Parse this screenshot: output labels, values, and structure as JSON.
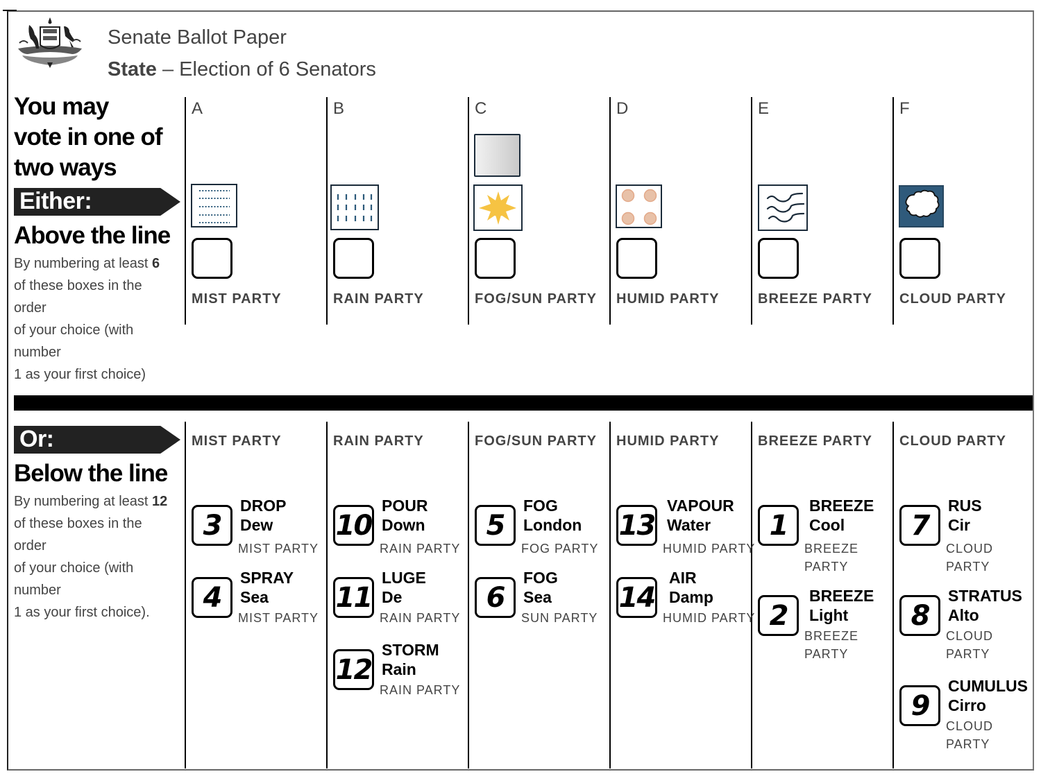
{
  "header": {
    "title": "Senate Ballot Paper",
    "subtitle_bold": "State",
    "subtitle_rest": " – Election of 6 Senators",
    "crest_icon": "coat-of-arms-icon"
  },
  "instructions": {
    "lead_lines": [
      "You may",
      "vote in one of",
      "two ways"
    ],
    "either_label": "Either:",
    "above_heading": "Above the line",
    "above_text": {
      "prefix": "By numbering at least ",
      "count": "6",
      "lines": [
        "of these boxes in the",
        "order",
        "of your choice (with",
        "number",
        "1 as your first choice)"
      ]
    },
    "or_label": "Or:",
    "below_heading": "Below the line",
    "below_text": {
      "prefix": "By numbering at least ",
      "count": "12",
      "lines": [
        "of these boxes in the",
        "order",
        "of your choice (with",
        "number",
        "1 as your first choice)."
      ]
    }
  },
  "above_the_line": {
    "columns": [
      {
        "letter": "A",
        "party": "MIST PARTY",
        "logo": "mist-dots-icon",
        "box_value": ""
      },
      {
        "letter": "B",
        "party": "RAIN PARTY",
        "logo": "rain-lines-icon",
        "box_value": ""
      },
      {
        "letter": "C",
        "party": "FOG/SUN PARTY",
        "logo": "sun-icon",
        "secondary_logo": "fog-grey-square-icon",
        "box_value": ""
      },
      {
        "letter": "D",
        "party": "HUMID PARTY",
        "logo": "humid-dots-icon",
        "box_value": ""
      },
      {
        "letter": "E",
        "party": "BREEZE PARTY",
        "logo": "breeze-waves-icon",
        "box_value": ""
      },
      {
        "letter": "F",
        "party": "CLOUD PARTY",
        "logo": "cloud-icon",
        "box_value": ""
      }
    ]
  },
  "below_the_line": {
    "columns": [
      {
        "party": "MIST PARTY",
        "candidates": [
          {
            "number": "3",
            "surname": "DROP",
            "given": "Dew",
            "party": "MIST PARTY"
          },
          {
            "number": "4",
            "surname": "SPRAY",
            "given": "Sea",
            "party": "MIST PARTY"
          }
        ]
      },
      {
        "party": "RAIN PARTY",
        "candidates": [
          {
            "number": "10",
            "surname": "POUR",
            "given": "Down",
            "party": "RAIN PARTY"
          },
          {
            "number": "11",
            "surname": "LUGE",
            "given": "De",
            "party": "RAIN PARTY"
          },
          {
            "number": "12",
            "surname": "STORM",
            "given": "Rain",
            "party": "RAIN PARTY"
          }
        ]
      },
      {
        "party": "FOG/SUN PARTY",
        "candidates": [
          {
            "number": "5",
            "surname": "FOG",
            "given": "London",
            "party": "FOG PARTY"
          },
          {
            "number": "6",
            "surname": "FOG",
            "given": "Sea",
            "party": "SUN PARTY"
          }
        ]
      },
      {
        "party": "HUMID PARTY",
        "candidates": [
          {
            "number": "13",
            "surname": "VAPOUR",
            "given": "Water",
            "party": "HUMID PARTY"
          },
          {
            "number": "14",
            "surname": "AIR",
            "given": "Damp",
            "party": "HUMID PARTY"
          }
        ]
      },
      {
        "party": "BREEZE PARTY",
        "candidates": [
          {
            "number": "1",
            "surname": "BREEZE",
            "given": "Cool",
            "party": "BREEZE PARTY"
          },
          {
            "number": "2",
            "surname": "BREEZE",
            "given": "Light",
            "party": "BREEZE PARTY"
          }
        ]
      },
      {
        "party": "CLOUD PARTY",
        "candidates": [
          {
            "number": "7",
            "surname": "RUS",
            "given": "Cir",
            "party": "CLOUD PARTY"
          },
          {
            "number": "8",
            "surname": "STRATUS",
            "given": "Alto",
            "party": "CLOUD PARTY"
          },
          {
            "number": "9",
            "surname": "CUMULUS",
            "given": "Cirro",
            "party": "CLOUD PARTY"
          }
        ]
      }
    ]
  },
  "colors": {
    "logo_border": "#1b2b3a",
    "logo_pattern_blue": "#2c5a7a",
    "sun_yellow": "#f6c343",
    "humid_peach": "#e8c1a8",
    "cloud_bg": "#2f5a7b",
    "tag_bg": "#222222",
    "muted_text": "#444444"
  }
}
